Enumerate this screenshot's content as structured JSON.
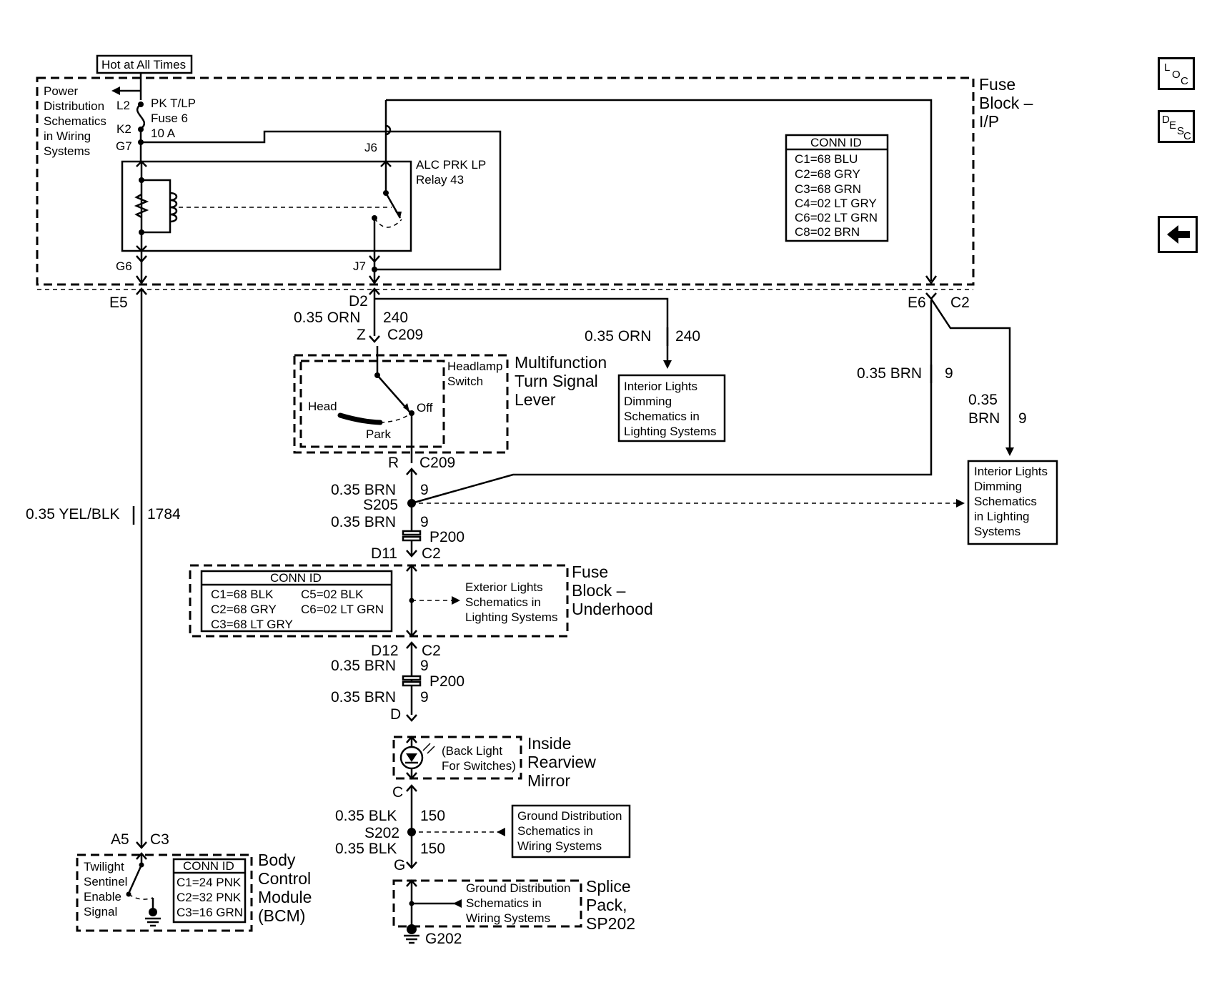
{
  "nav": {
    "loc": [
      "L",
      "O",
      "C"
    ],
    "desc": [
      "D",
      "E",
      "S",
      "C"
    ]
  },
  "labels": {
    "hot": "Hot at All Times",
    "power_dist": [
      "Power",
      "Distribution",
      "Schematics",
      "in Wiring",
      "Systems"
    ],
    "l2": "L2",
    "k2": "K2",
    "g7": "G7",
    "g6": "G6",
    "fuse": [
      "PK T/LP",
      "Fuse 6",
      "10 A"
    ],
    "j6": "J6",
    "j7": "J7",
    "relay": [
      "ALC PRK LP",
      "Relay 43"
    ],
    "fuse_block_ip": [
      "Fuse",
      "Block –",
      "I/P"
    ],
    "e5": "E5",
    "d2": "D2",
    "e6": "E6",
    "c2_top": "C2",
    "w_orn_240a": [
      "0.35 ORN",
      "240"
    ],
    "z": "Z",
    "c209_top": "C209",
    "w_orn_240b": [
      "0.35 ORN",
      "240"
    ],
    "headlamp_switch": [
      "Headlamp",
      "Switch"
    ],
    "mf_lever": [
      "Multifunction",
      "Turn Signal",
      "Lever"
    ],
    "head": "Head",
    "off": "Off",
    "park": "Park",
    "r": "R",
    "c209_bot": "C209",
    "w_brn_9_right": [
      "0.35 BRN",
      "9"
    ],
    "w_brn_9_far": [
      "0.35",
      "BRN",
      "9"
    ],
    "ild_top": [
      "Interior Lights",
      "Dimming",
      "Schematics in",
      "Lighting Systems"
    ],
    "ild_right": [
      "Interior Lights",
      "Dimming",
      "Schematics",
      "in Lighting",
      "Systems"
    ],
    "w_yel_blk": [
      "0.35 YEL/BLK",
      "1784"
    ],
    "w_brn_9_a": [
      "0.35 BRN",
      "9"
    ],
    "s205": "S205",
    "w_brn_9_b": [
      "0.35 BRN",
      "9"
    ],
    "p200_a": "P200",
    "d11": "D11",
    "c2_a": "C2",
    "fuse_block_uh": [
      "Fuse",
      "Block –",
      "Underhood"
    ],
    "ext_lights": [
      "Exterior Lights",
      "Schematics in",
      "Lighting Systems"
    ],
    "d12": "D12",
    "c2_b": "C2",
    "w_brn_9_c": [
      "0.35 BRN",
      "9"
    ],
    "p200_b": "P200",
    "w_brn_9_d": [
      "0.35 BRN",
      "9"
    ],
    "d": "D",
    "back_light": [
      "(Back Light",
      "For Switches)"
    ],
    "mirror": [
      "Inside",
      "Rearview",
      "Mirror"
    ],
    "c": "C",
    "w_blk_150_a": [
      "0.35 BLK",
      "150"
    ],
    "s202": "S202",
    "w_blk_150_b": [
      "0.35 BLK",
      "150"
    ],
    "g": "G",
    "gnd_dist_1": [
      "Ground Distribution",
      "Schematics in",
      "Wiring Systems"
    ],
    "gnd_dist_2": [
      "Ground Distribution",
      "Schematics in",
      "Wiring Systems"
    ],
    "splice": [
      "Splice",
      "Pack,",
      "SP202"
    ],
    "g202": "G202",
    "a5": "A5",
    "c3": "C3",
    "twilight": [
      "Twilight",
      "Sentinel",
      "Enable",
      "Signal"
    ],
    "bcm": [
      "Body",
      "Control",
      "Module",
      "(BCM)"
    ]
  },
  "conn_ip": {
    "title": "CONN ID",
    "rows": [
      "C1=68 BLU",
      "C2=68 GRY",
      "C3=68 GRN",
      "C4=02 LT GRY",
      "C6=02 LT GRN",
      "C8=02 BRN"
    ]
  },
  "conn_uh": {
    "title": "CONN ID",
    "col1": [
      "C1=68 BLK",
      "C2=68 GRY",
      "C3=68 LT GRY"
    ],
    "col2": [
      "C5=02 BLK",
      "C6=02 LT GRN"
    ]
  },
  "conn_bcm": {
    "title": "CONN ID",
    "rows": [
      "C1=24 PNK",
      "C2=32 PNK",
      "C3=16 GRN"
    ]
  }
}
